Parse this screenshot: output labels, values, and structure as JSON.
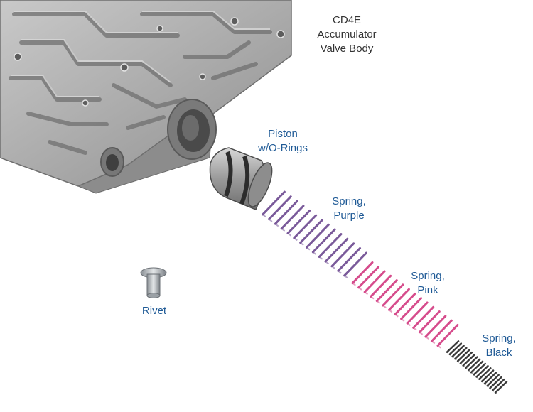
{
  "title": [
    "CD4E",
    "Accumulator",
    "Valve Body"
  ],
  "parts": {
    "piston": {
      "lines": [
        "Piston",
        "w/O-Rings"
      ]
    },
    "spring_purple": {
      "lines": [
        "Spring,",
        "Purple"
      ],
      "color": "#7a5a9a"
    },
    "spring_pink": {
      "lines": [
        "Spring,",
        "Pink"
      ],
      "color": "#d64c8c"
    },
    "spring_black": {
      "lines": [
        "Spring,",
        "Black"
      ],
      "color": "#3c3c3c"
    },
    "rivet": {
      "lines": [
        "Rivet"
      ]
    }
  },
  "colors": {
    "title_text": "#333333",
    "label_text": "#1f5a96",
    "casting": "#a9a9a9"
  }
}
